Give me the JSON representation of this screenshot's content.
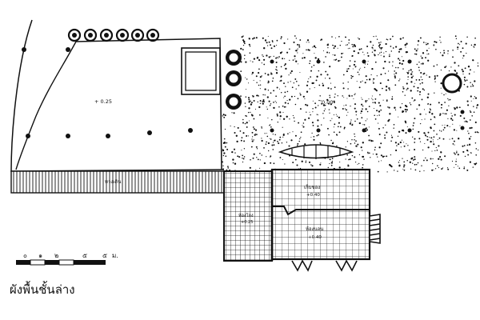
{
  "plan": {
    "title": "ผังพื้นชั้นล่าง",
    "level_yard": "+ 0.25",
    "level_ground": "0.00",
    "room_1_label": "ห้องโถง",
    "room_1_sub": "+0.25",
    "room_2_label": "เก็บของ",
    "room_2_sub": "+0.40",
    "room_3_label": "ห้องนอน",
    "room_3_sub": "+0.40",
    "walkway_label": "ทางเดิน"
  },
  "scale_bar": {
    "ticks": [
      "๐",
      "๑",
      "๒",
      "๕",
      "๕",
      "ม."
    ]
  }
}
